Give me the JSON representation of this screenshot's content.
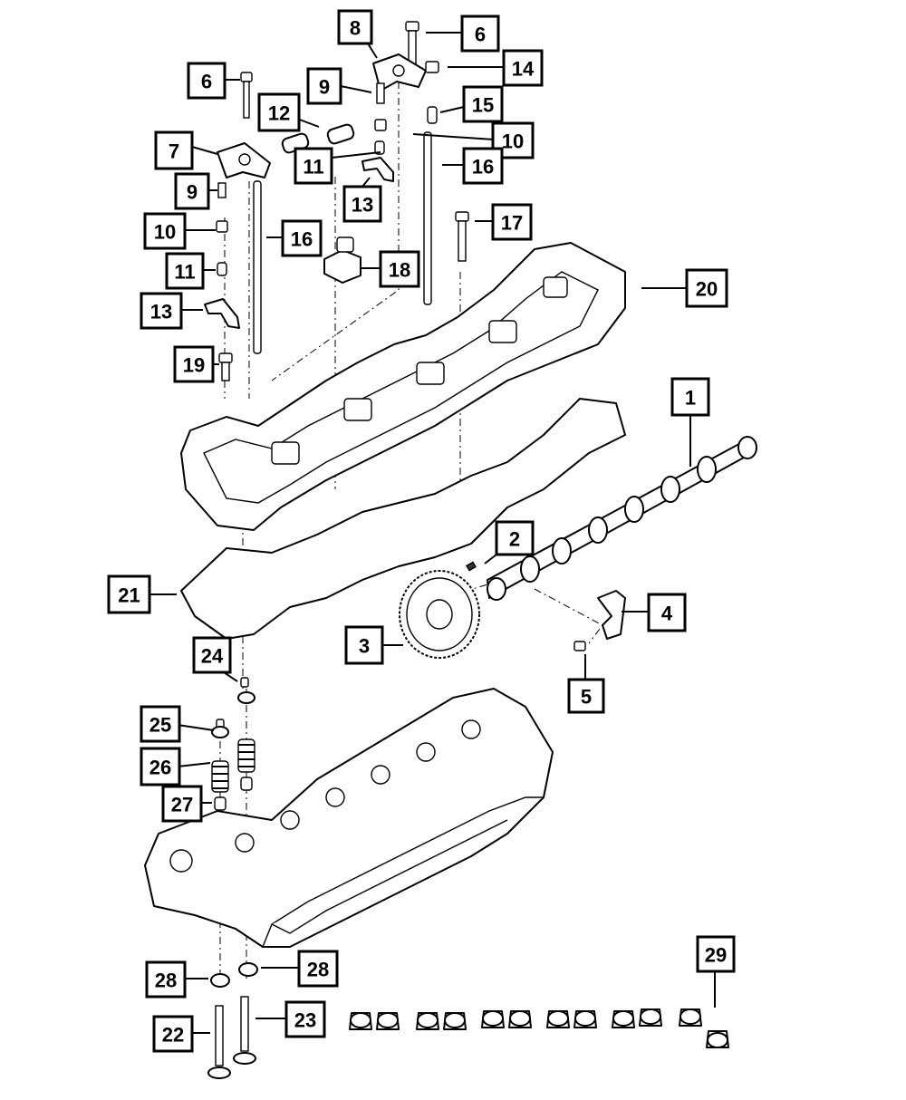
{
  "callouts": [
    {
      "id": "c1",
      "label": "1"
    },
    {
      "id": "c2",
      "label": "2"
    },
    {
      "id": "c3",
      "label": "3"
    },
    {
      "id": "c4",
      "label": "4"
    },
    {
      "id": "c5",
      "label": "5"
    },
    {
      "id": "c6a",
      "label": "6"
    },
    {
      "id": "c6b",
      "label": "6"
    },
    {
      "id": "c7",
      "label": "7"
    },
    {
      "id": "c8",
      "label": "8"
    },
    {
      "id": "c9a",
      "label": "9"
    },
    {
      "id": "c9b",
      "label": "9"
    },
    {
      "id": "c10a",
      "label": "10"
    },
    {
      "id": "c10b",
      "label": "10"
    },
    {
      "id": "c11a",
      "label": "11"
    },
    {
      "id": "c11b",
      "label": "11"
    },
    {
      "id": "c12",
      "label": "12"
    },
    {
      "id": "c13a",
      "label": "13"
    },
    {
      "id": "c13b",
      "label": "13"
    },
    {
      "id": "c14",
      "label": "14"
    },
    {
      "id": "c15",
      "label": "15"
    },
    {
      "id": "c16a",
      "label": "16"
    },
    {
      "id": "c16b",
      "label": "16"
    },
    {
      "id": "c17",
      "label": "17"
    },
    {
      "id": "c18",
      "label": "18"
    },
    {
      "id": "c19",
      "label": "19"
    },
    {
      "id": "c20",
      "label": "20"
    },
    {
      "id": "c21",
      "label": "21"
    },
    {
      "id": "c22",
      "label": "22"
    },
    {
      "id": "c23",
      "label": "23"
    },
    {
      "id": "c24",
      "label": "24"
    },
    {
      "id": "c25",
      "label": "25"
    },
    {
      "id": "c26",
      "label": "26"
    },
    {
      "id": "c27",
      "label": "27"
    },
    {
      "id": "c28a",
      "label": "28"
    },
    {
      "id": "c28b",
      "label": "28"
    },
    {
      "id": "c29",
      "label": "29"
    }
  ]
}
